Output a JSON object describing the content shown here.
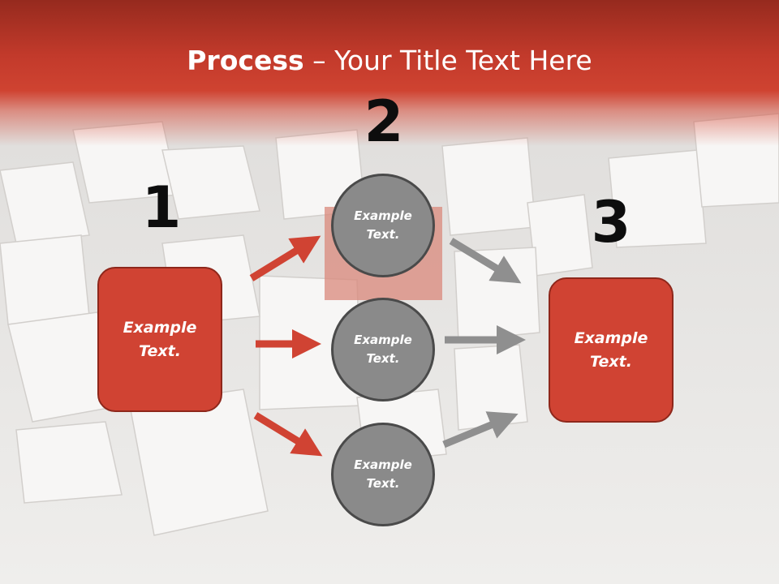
{
  "title": {
    "bold": "Process",
    "rest": " – Your Title Text Here"
  },
  "numbers": {
    "one": "1",
    "two": "2",
    "three": "3"
  },
  "box_left": {
    "line1": "Example",
    "line2": "Text."
  },
  "circles": [
    {
      "line1": "Example",
      "line2": "Text."
    },
    {
      "line1": "Example",
      "line2": "Text."
    },
    {
      "line1": "Example",
      "line2": "Text."
    }
  ],
  "box_right": {
    "line1": "Example",
    "line2": "Text."
  },
  "colors": {
    "header_red": "#cf4331",
    "box_red": "#d04333",
    "circle_gray": "#8a8a8a",
    "arrow_red": "#d04333",
    "arrow_gray": "#8f8f8f"
  }
}
